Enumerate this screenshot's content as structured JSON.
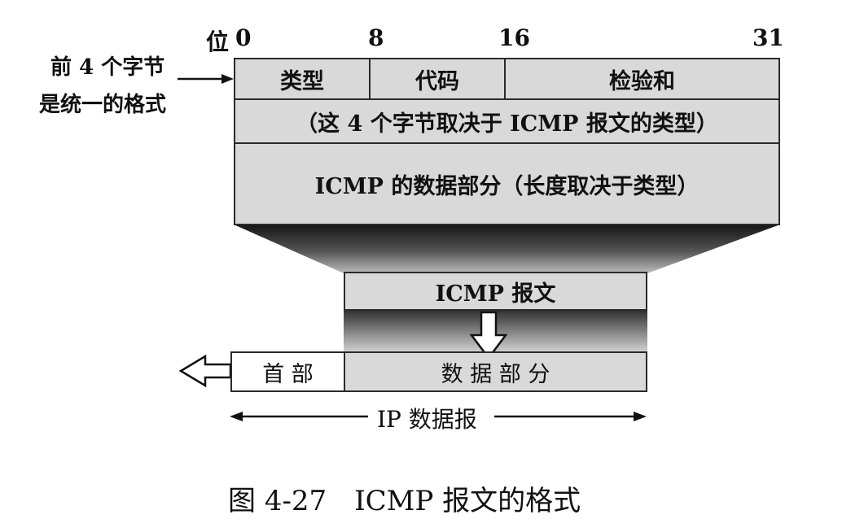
{
  "bit_label": "位",
  "bit_positions": [
    "0",
    "8",
    "16",
    "31"
  ],
  "side_note": [
    "前 4 个字节",
    "是统一的格式"
  ],
  "header_fields": [
    "类型",
    "代码",
    "检验和"
  ],
  "row2": "（这 4 个字节取决于 ICMP 报文的类型）",
  "row3": "ICMP 的数据部分（长度取决于类型）",
  "icmp_message": "ICMP 报文",
  "ip_header": "首 部",
  "ip_data": "数 据 部 分",
  "ip_datagram": "IP 数据报",
  "caption": "图 4-27　ICMP 报文的格式",
  "colors": {
    "cell_fill": "#d9d9d9",
    "border": "#2a2a2a",
    "shadow": "#1a1a1a"
  }
}
